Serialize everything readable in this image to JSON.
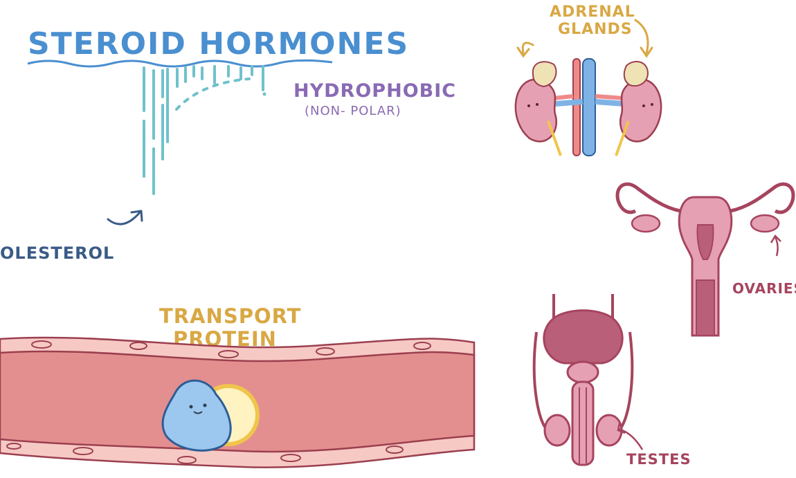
{
  "title": "STEROID HORMONES",
  "hydrophobic": "HYDROPHOBIC",
  "non_polar": "(NON- POLAR)",
  "cholesterol": "OLESTEROL",
  "transport_line1": "TRANSPORT",
  "transport_line2": "PROTEIN",
  "adrenal_line1": "ADRENAL",
  "adrenal_line2": "GLANDS",
  "ovaries": "OVARIES",
  "testes": "TESTES",
  "colors": {
    "title_blue": "#4a8fd0",
    "purple": "#8a6ab4",
    "gold": "#d9a844",
    "vessel_red": "#e38f8f",
    "organ_pink": "#e6a0b4",
    "organ_dark": "#a6445e"
  }
}
